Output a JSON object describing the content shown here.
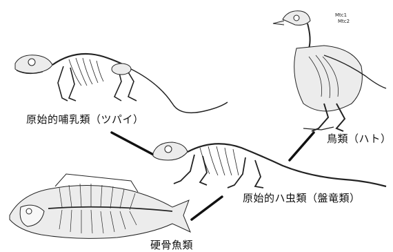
{
  "colors": {
    "bone": "#e8e8e8",
    "ink": "#1a1a1a",
    "background": "#ffffff"
  },
  "captions": {
    "mammal": "原始的哺乳類（ツパイ）",
    "bird": "鳥類（ハト）",
    "reptile": "原始的ハ虫類（盤竜類）",
    "fish": "硬骨魚類"
  },
  "bird_labels": [
    "Mtc1",
    "Mtc2"
  ]
}
